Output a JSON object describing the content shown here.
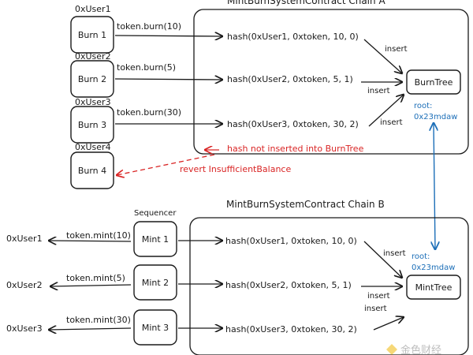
{
  "chain_a": {
    "title": "MintBurnSystemContract Chain A"
  },
  "chain_b": {
    "title": "MintBurnSystemContract Chain B"
  },
  "burn": {
    "users": [
      "0xUser1",
      "0xUser2",
      "0xUser3",
      "0xUser4"
    ],
    "boxes": [
      "Burn 1",
      "Burn 2",
      "Burn 3",
      "Burn 4"
    ],
    "calls": [
      "token.burn(10)",
      "token.burn(5)",
      "token.burn(30)"
    ],
    "hashes": [
      "hash(0xUser1, 0xtoken, 10, 0)",
      "hash(0xUser2, 0xtoken, 5, 1)",
      "hash(0xUser3, 0xtoken, 30, 2)"
    ],
    "insert_labels": [
      "insert",
      "insert",
      "insert"
    ],
    "tree": "BurnTree",
    "root_label": "root:",
    "root_value": "0x23mdaw",
    "failure": "hash not inserted into BurnTree",
    "revert": "revert InsufficientBalance"
  },
  "mint": {
    "sequencer": "Sequencer",
    "users": [
      "0xUser1",
      "0xUser2",
      "0xUser3"
    ],
    "boxes": [
      "Mint 1",
      "Mint 2",
      "Mint 3"
    ],
    "calls": [
      "token.mint(10)",
      "token.mint(5)",
      "token.mint(30)"
    ],
    "hashes": [
      "hash(0xUser1, 0xtoken, 10, 0)",
      "hash(0xUser2, 0xtoken, 5, 1)",
      "hash(0xUser3, 0xtoken, 30, 2)"
    ],
    "insert_labels": [
      "insert",
      "insert",
      "insert"
    ],
    "tree": "MintTree",
    "root_label": "root:",
    "root_value": "0x23mdaw"
  },
  "colors": {
    "ink": "#1a1a1a",
    "error": "#d92424",
    "root": "#1d6fb8",
    "watermark": "#f0b90b"
  },
  "watermark": {
    "text": "金色财经",
    "icon": "binance-diamond-icon"
  }
}
